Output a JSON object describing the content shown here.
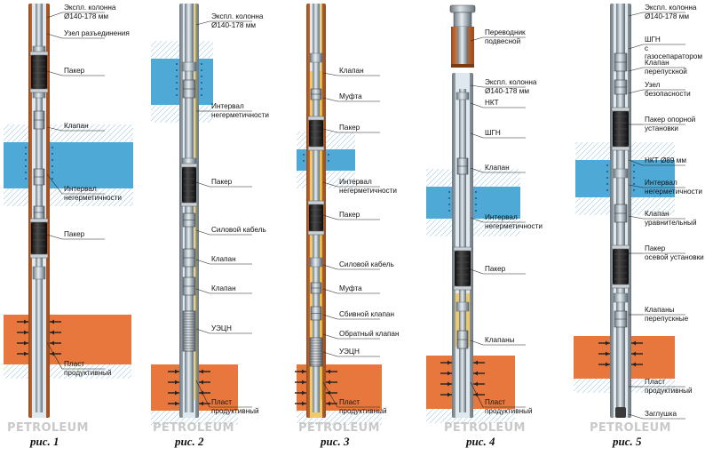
{
  "colors": {
    "casing": "#d2692a",
    "casing_dark": "#9b4a1c",
    "water": "#2f9ad0",
    "formation": "#e7773c",
    "pipe": "#aeb8c0",
    "pipe_dark": "#5d6b75",
    "packer": "#1e1e1e",
    "annulus": "#f2c24a",
    "interior": "#dfe8ef"
  },
  "brand": "PETROLEUM",
  "figures": [
    {
      "caption": "рис. 1",
      "labels": [
        "Экспл. колонна\nØ140-178 мм",
        "Узел разъединения",
        "Пакер",
        "Клапан",
        "Интервал\nнегерметичности",
        "Пакер",
        "Пласт\nпродуктивный"
      ]
    },
    {
      "caption": "рис. 2",
      "labels": [
        "Экспл. колонна\nØ140-178 мм",
        "Интервал\nнегерметичности",
        "Пакер",
        "Силовой кабель",
        "Клапан",
        "Клапан",
        "УЭЦН",
        "Пласт\nпродуктивный"
      ]
    },
    {
      "caption": "рис. 3",
      "labels": [
        "Клапан",
        "Муфта",
        "Пакер",
        "Интервал\nнегерметичности",
        "Пакер",
        "Силовой кабель",
        "Муфта",
        "Сбивной клапан",
        "Обратный клапан",
        "УЭЦН",
        "Пласт\nпродуктивный"
      ]
    },
    {
      "caption": "рис. 4",
      "labels": [
        "Переводник\nподвесной",
        "Экспл. колонна\nØ140-178 мм",
        "НКТ",
        "ШГН",
        "Клапан",
        "Интервал\nнегерметичности",
        "Пакер",
        "Клапаны",
        "Пласт\nпродуктивный"
      ]
    },
    {
      "caption": "рис. 5",
      "labels": [
        "Экспл. колонна\nØ140-178 мм",
        "ШГН\nс газосепаратором",
        "Клапан\nперепускной",
        "Узел\nбезопасности",
        "Пакер опорной\nустановки",
        "НКТ Ø89 мм",
        "Интервал\nнегерметичности",
        "Клапан\nуравнительный",
        "Пакер\nосевой установки",
        "Клапаны\nперепускные",
        "Пласт\nпродуктивный",
        "Заглушка"
      ]
    }
  ]
}
